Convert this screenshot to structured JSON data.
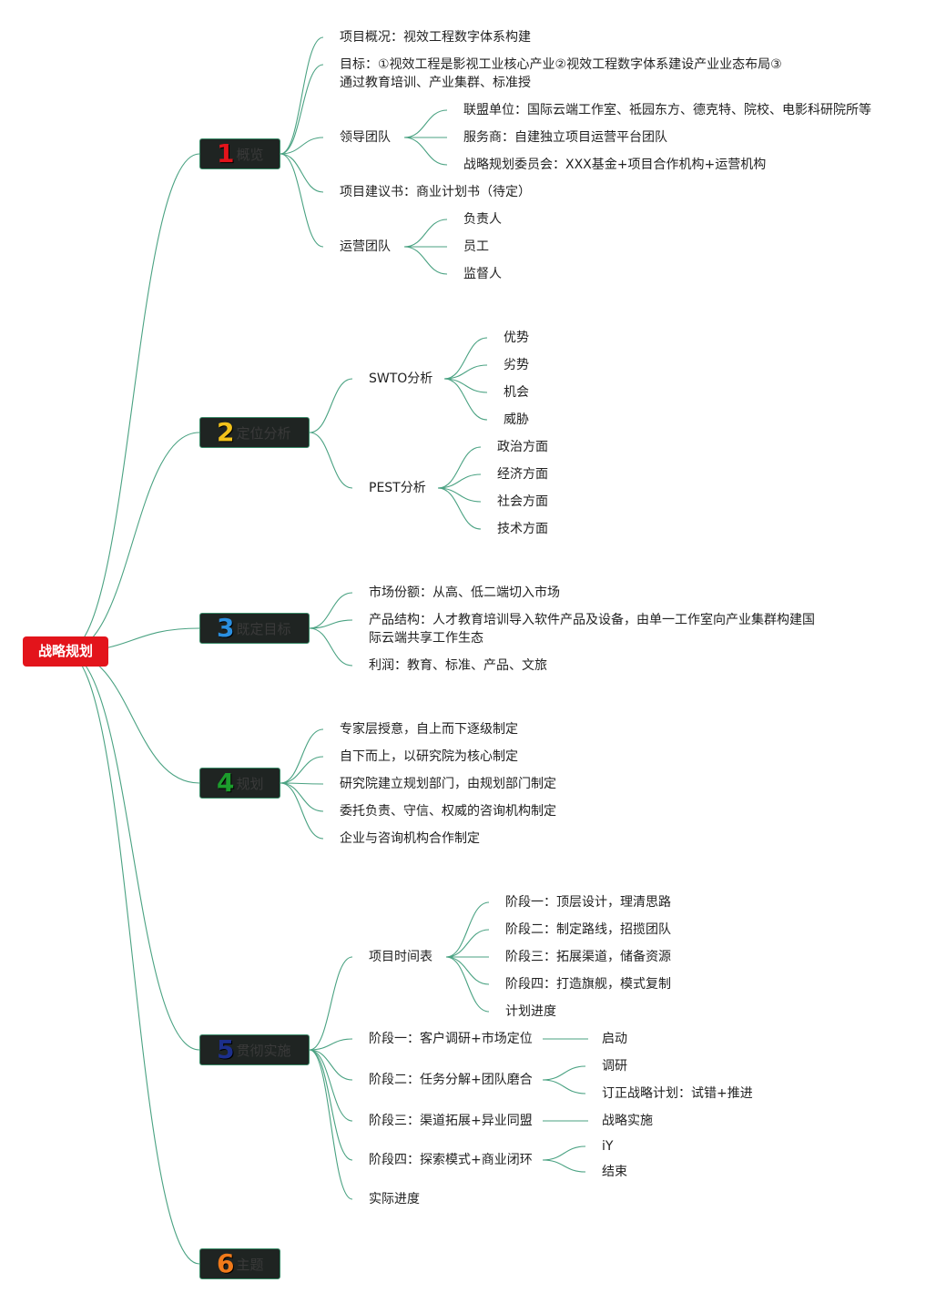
{
  "root": {
    "label": "战略规划"
  },
  "colors": {
    "link": "#4aa282",
    "root_bg": "#e3141b",
    "branch_bg": "#1f2422",
    "num1": "#e3141b",
    "num2": "#f2c21b",
    "num3": "#2a8fe0",
    "num4": "#1c9c2c",
    "num5": "#1c2f8c",
    "num6": "#f07a1a"
  },
  "branches": [
    {
      "num": "1",
      "label": "概览",
      "children": [
        {
          "label": "项目概况：视效工程数字体系构建"
        },
        {
          "label": "目标：①视效工程是影视工业核心产业②视效工程数字体系建设产业业态布局③通过教育培训、产业集群、标准授"
        },
        {
          "label": "领导团队",
          "children": [
            {
              "label": "联盟单位：国际云端工作室、祗园东方、德克特、院校、电影科研院所等"
            },
            {
              "label": "服务商：自建独立项目运营平台团队"
            },
            {
              "label": "战略规划委员会：XXX基金+项目合作机构+运营机构"
            }
          ]
        },
        {
          "label": "项目建议书：商业计划书（待定）"
        },
        {
          "label": "运营团队",
          "children": [
            {
              "label": "负责人"
            },
            {
              "label": "员工"
            },
            {
              "label": "监督人"
            }
          ]
        }
      ]
    },
    {
      "num": "2",
      "label": "定位分析",
      "children": [
        {
          "label": "SWTO分析",
          "children": [
            {
              "label": "优势"
            },
            {
              "label": "劣势"
            },
            {
              "label": "机会"
            },
            {
              "label": "威胁"
            }
          ]
        },
        {
          "label": "PEST分析",
          "children": [
            {
              "label": "政治方面"
            },
            {
              "label": "经济方面"
            },
            {
              "label": "社会方面"
            },
            {
              "label": "技术方面"
            }
          ]
        }
      ]
    },
    {
      "num": "3",
      "label": "既定目标",
      "children": [
        {
          "label": "市场份额：从高、低二端切入市场"
        },
        {
          "label": "产品结构：人才教育培训导入软件产品及设备，由单一工作室向产业集群构建国际云端共享工作生态"
        },
        {
          "label": "利润：教育、标准、产品、文旅"
        }
      ]
    },
    {
      "num": "4",
      "label": "规划",
      "children": [
        {
          "label": "专家层授意，自上而下逐级制定"
        },
        {
          "label": "自下而上，以研究院为核心制定"
        },
        {
          "label": "研究院建立规划部门，由规划部门制定"
        },
        {
          "label": "委托负责、守信、权威的咨询机构制定"
        },
        {
          "label": "企业与咨询机构合作制定"
        }
      ]
    },
    {
      "num": "5",
      "label": "贯彻实施",
      "children": [
        {
          "label": "项目时间表",
          "children": [
            {
              "label": "阶段一：顶层设计，理清思路"
            },
            {
              "label": "阶段二：制定路线，招揽团队"
            },
            {
              "label": "阶段三：拓展渠道，储备资源"
            },
            {
              "label": "阶段四：打造旗舰，模式复制"
            },
            {
              "label": "计划进度"
            }
          ]
        },
        {
          "label": "阶段一：客户调研+市场定位",
          "children": [
            {
              "label": "启动"
            }
          ]
        },
        {
          "label": "阶段二：任务分解+团队磨合",
          "children": [
            {
              "label": "调研"
            },
            {
              "label": "订正战略计划：试错+推进"
            }
          ]
        },
        {
          "label": "阶段三：渠道拓展+异业同盟",
          "children": [
            {
              "label": "战略实施"
            }
          ]
        },
        {
          "label": "阶段四：探索模式+商业闭环",
          "children": [
            {
              "label": "iY"
            },
            {
              "label": "结束"
            }
          ]
        },
        {
          "label": "实际进度"
        }
      ]
    },
    {
      "num": "6",
      "label": "主题",
      "children": []
    }
  ]
}
